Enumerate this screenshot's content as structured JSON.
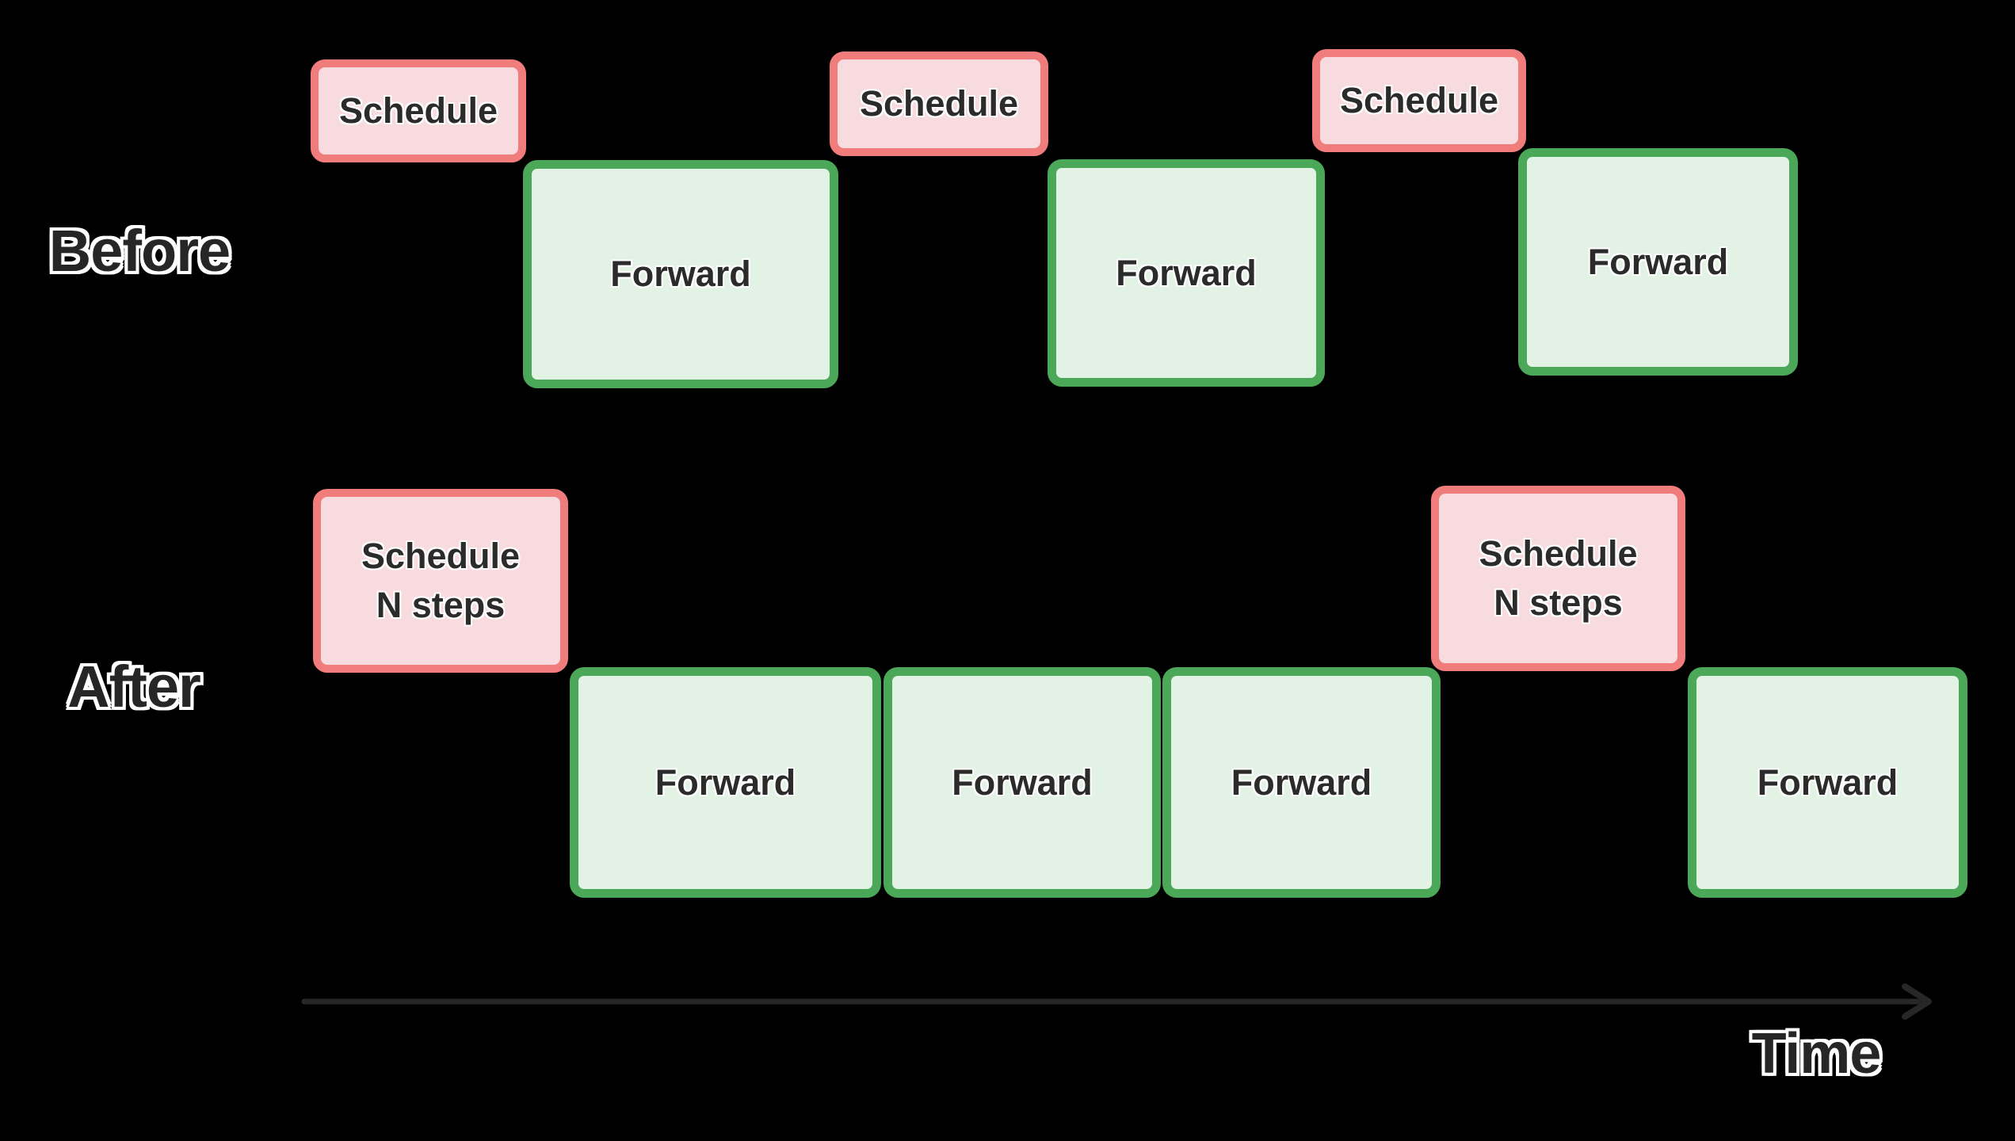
{
  "rows": {
    "before": {
      "label": "Before",
      "boxes": [
        {
          "kind": "schedule",
          "label": "Schedule"
        },
        {
          "kind": "forward",
          "label": "Forward"
        },
        {
          "kind": "schedule",
          "label": "Schedule"
        },
        {
          "kind": "forward",
          "label": "Forward"
        },
        {
          "kind": "schedule",
          "label": "Schedule"
        },
        {
          "kind": "forward",
          "label": "Forward"
        }
      ]
    },
    "after": {
      "label": "After",
      "boxes": [
        {
          "kind": "schedule",
          "lines": [
            "Schedule",
            "N steps"
          ]
        },
        {
          "kind": "forward",
          "label": "Forward"
        },
        {
          "kind": "forward",
          "label": "Forward"
        },
        {
          "kind": "forward",
          "label": "Forward"
        },
        {
          "kind": "schedule",
          "lines": [
            "Schedule",
            "N steps"
          ]
        },
        {
          "kind": "forward",
          "label": "Forward"
        }
      ]
    }
  },
  "time_axis": {
    "label": "Time"
  },
  "colors": {
    "background": "#000000",
    "schedule_fill": "#f8dbde",
    "schedule_border": "#f17c7c",
    "forward_fill": "#e2f2e4",
    "forward_border": "#4ba858",
    "box_text": "#2b2b2b",
    "row_label_text": "#262626",
    "label_outline": "#ffffff",
    "arrow": "#272727"
  }
}
